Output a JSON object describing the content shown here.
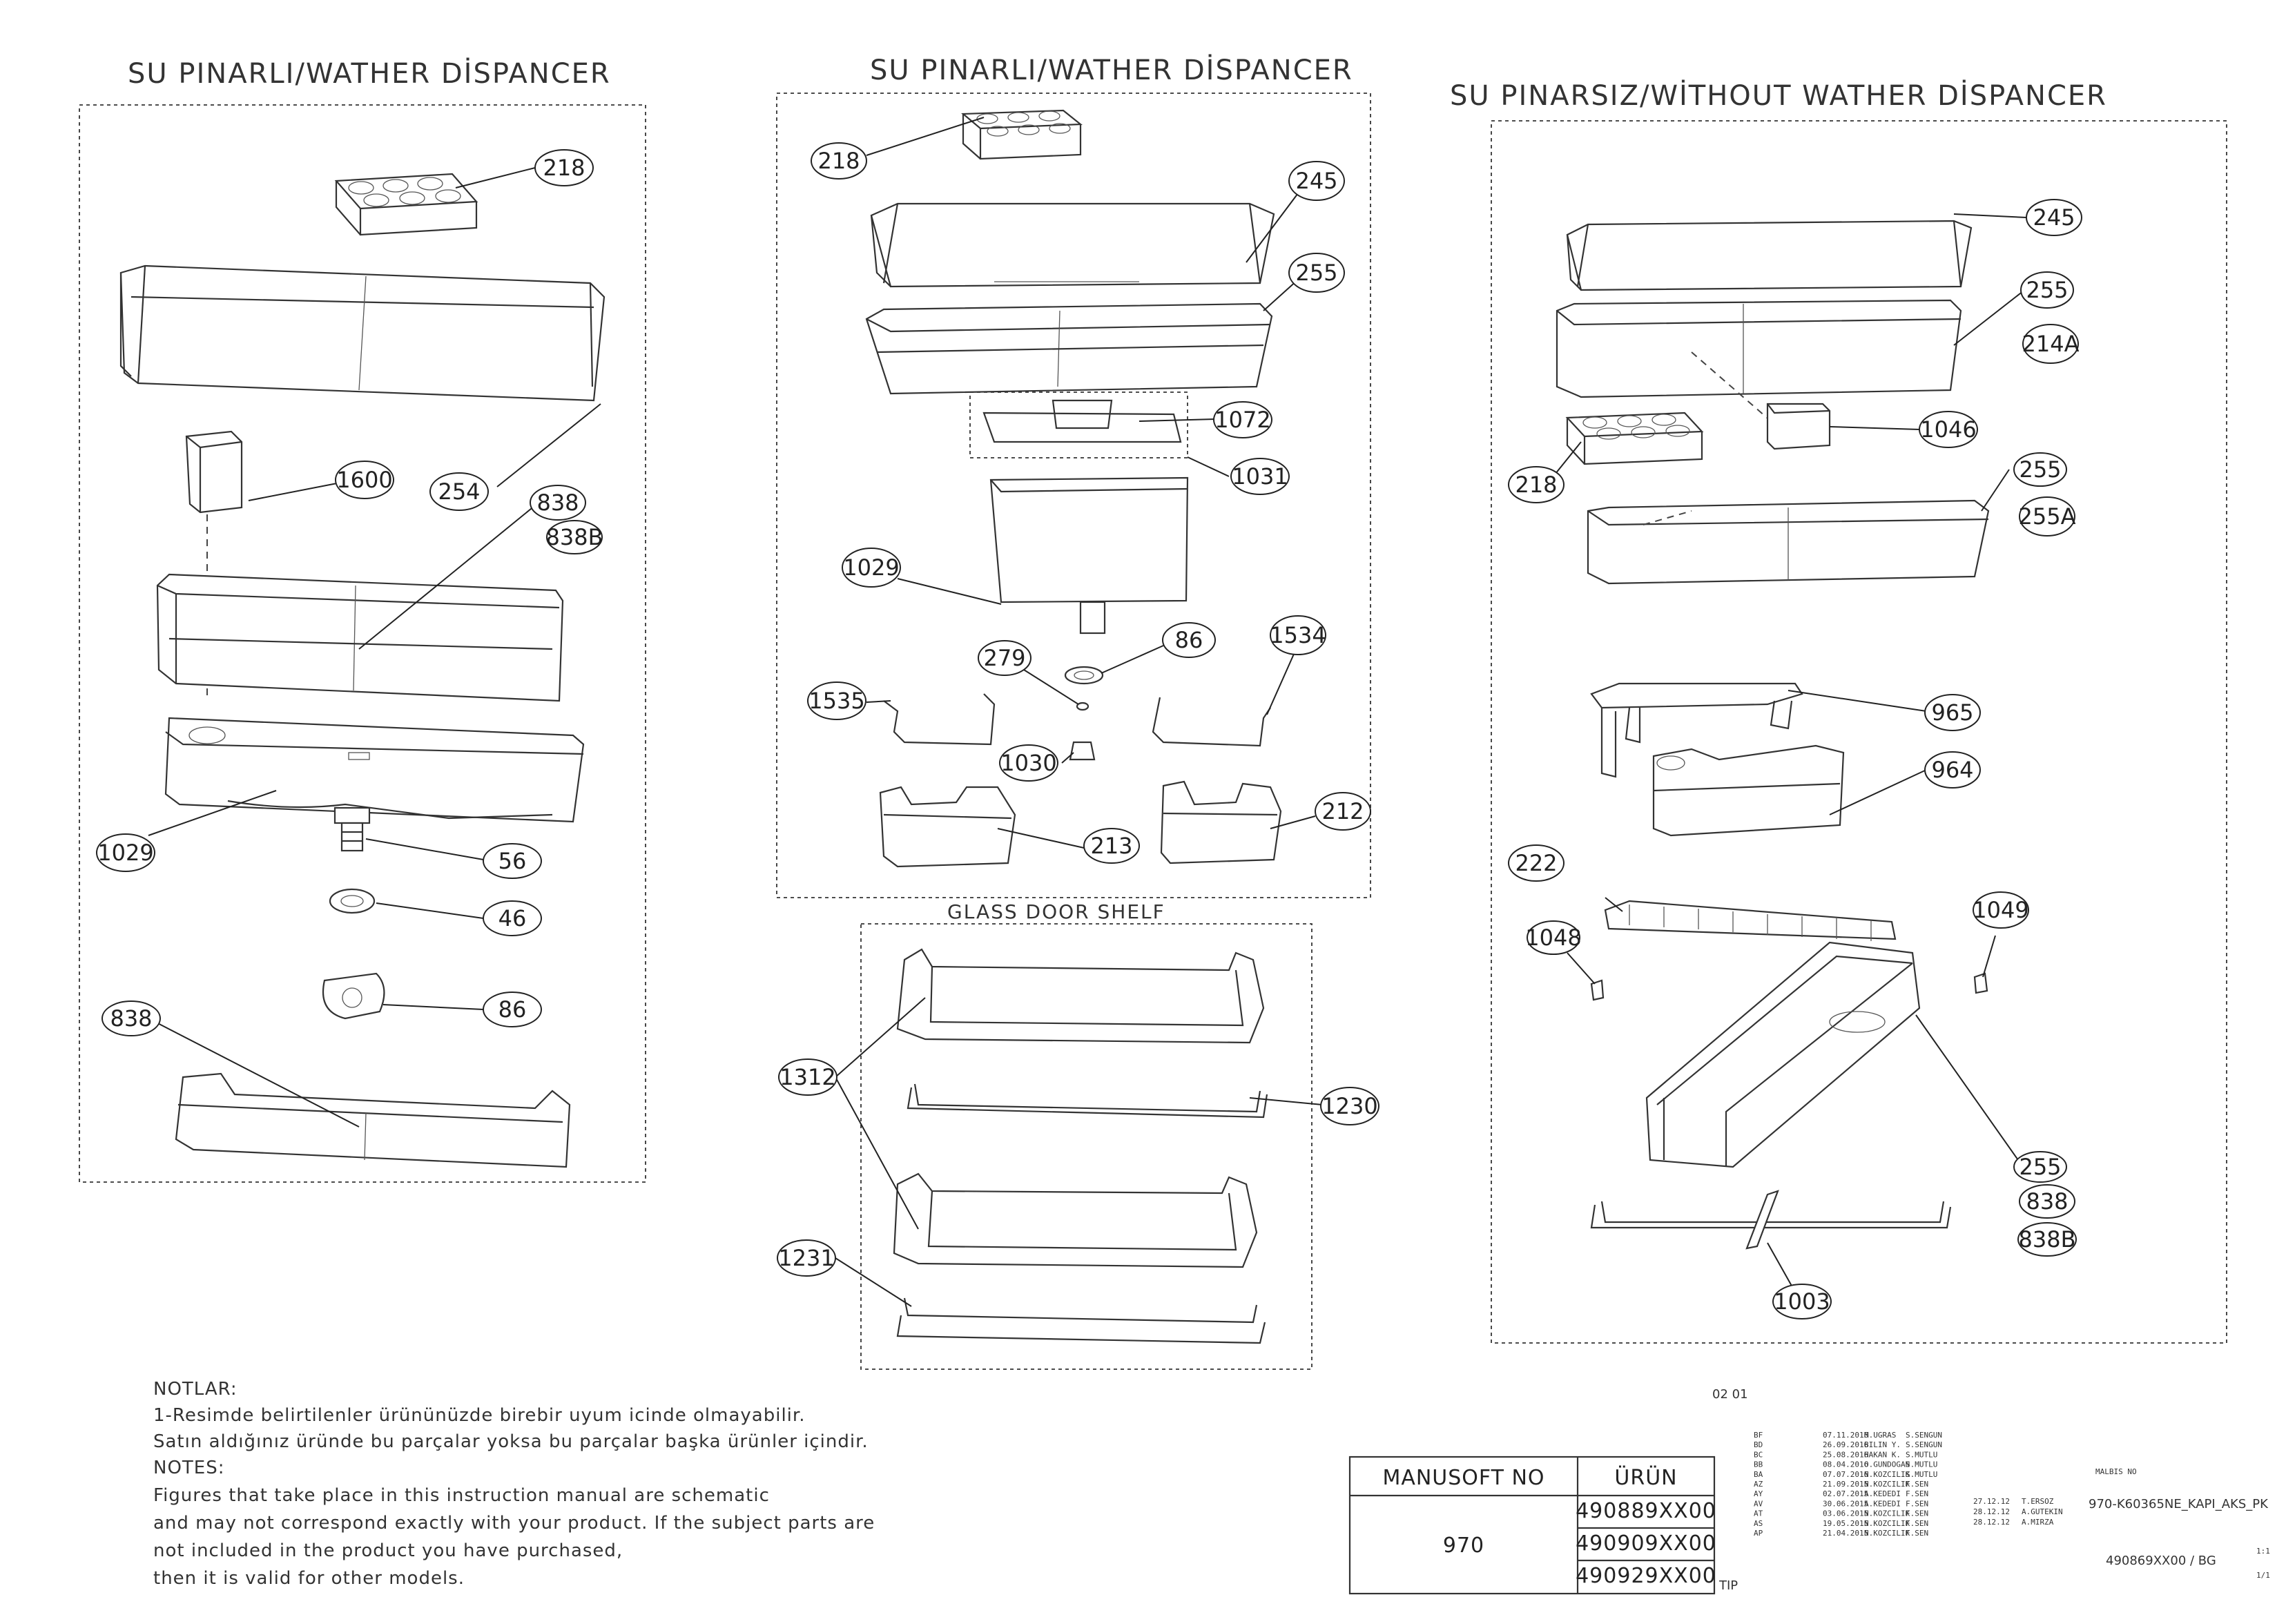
{
  "sections": {
    "left_title": "SU PINARLI/WATHER DİSPANCER",
    "middle_title": "SU PINARLI/WATHER DİSPANCER",
    "right_title": "SU PINARSIZ/WİTHOUT WATHER  DİSPANCER",
    "glass_title": "GLASS DOOR SHELF"
  },
  "callouts": {
    "left": [
      "218",
      "254",
      "1600",
      "838",
      "838B",
      "1029",
      "56",
      "46",
      "86",
      "838"
    ],
    "middle": [
      "218",
      "245",
      "255",
      "1072",
      "1031",
      "1029",
      "86",
      "279",
      "1534",
      "1535",
      "1030",
      "213",
      "212"
    ],
    "glass": [
      "1312",
      "1230",
      "1231"
    ],
    "right": [
      "245",
      "255",
      "214A",
      "1046",
      "218",
      "255",
      "255A",
      "965",
      "964",
      "222",
      "1048",
      "1049",
      "255",
      "838",
      "838B",
      "1003"
    ]
  },
  "notes": {
    "notlar_title": "NOTLAR:",
    "notlar_1": "1-Resimde belirtilenler ürününüzde birebir  uyum icinde olmayabilir.",
    "notlar_2": "Satın aldığınız üründe bu parçalar yoksa bu parçalar başka ürünler içindir.",
    "notes_title": "NOTES:",
    "notes_1": "Figures that take place in this instruction manual are schematic",
    "notes_2": " and may not correspond exactly with your product. If the subject parts are",
    "notes_3": "not included in the product you have purchased,",
    "notes_4": "then it is valid for other models."
  },
  "title_block": {
    "manusoft_header": "MANUSOFT NO",
    "urun_header": "ÜRÜN",
    "manusoft_value": "970",
    "products": [
      "490889XX00",
      "490909XX00",
      "490929XX00"
    ],
    "tip": "TIP",
    "sheet_code": "02 01",
    "revisions": [
      {
        "rev": "BF",
        "date": "07.11.2016",
        "by": "M.UGRAS",
        "chk": "S.SENGUN"
      },
      {
        "rev": "BD",
        "date": "26.09.2016",
        "by": "BILIN Y.",
        "chk": "S.SENGUN"
      },
      {
        "rev": "BC",
        "date": "25.08.2016",
        "by": "HAKAN K.",
        "chk": "S.MUTLU"
      },
      {
        "rev": "BB",
        "date": "08.04.2016",
        "by": "O.GUNDOGAN",
        "chk": "S.MUTLU"
      },
      {
        "rev": "BA",
        "date": "07.07.2016",
        "by": "N.KOZCILIK",
        "chk": "S.MUTLU"
      },
      {
        "rev": "AZ",
        "date": "21.09.2015",
        "by": "N.KOZCILIK",
        "chk": "F.SEN"
      },
      {
        "rev": "AY",
        "date": "02.07.2015",
        "by": "A.KEDEDI",
        "chk": "F.SEN"
      },
      {
        "rev": "AV",
        "date": "30.06.2015",
        "by": "A.KEDEDI",
        "chk": "F.SEN"
      },
      {
        "rev": "AT",
        "date": "03.06.2015",
        "by": "N.KOZCILIK",
        "chk": "F.SEN"
      },
      {
        "rev": "AS",
        "date": "19.05.2015",
        "by": "N.KOZCILIK",
        "chk": "F.SEN"
      },
      {
        "rev": "AP",
        "date": "21.04.2015",
        "by": "N.KOZCILIK",
        "chk": "F.SEN"
      }
    ],
    "approvals": [
      {
        "date": "27.12.12",
        "name": "T.ERSOZ"
      },
      {
        "date": "28.12.12",
        "name": "A.GUTEKIN"
      },
      {
        "date": "28.12.12",
        "name": "A.MIRZA"
      }
    ],
    "malbis_label": "MALBIS NO",
    "drawing_name": "970-K60365NE_KAPI_AKS_PK",
    "drawing_no": "490869XX00 / BG",
    "scale": "1:1",
    "sheet": "1/1"
  }
}
